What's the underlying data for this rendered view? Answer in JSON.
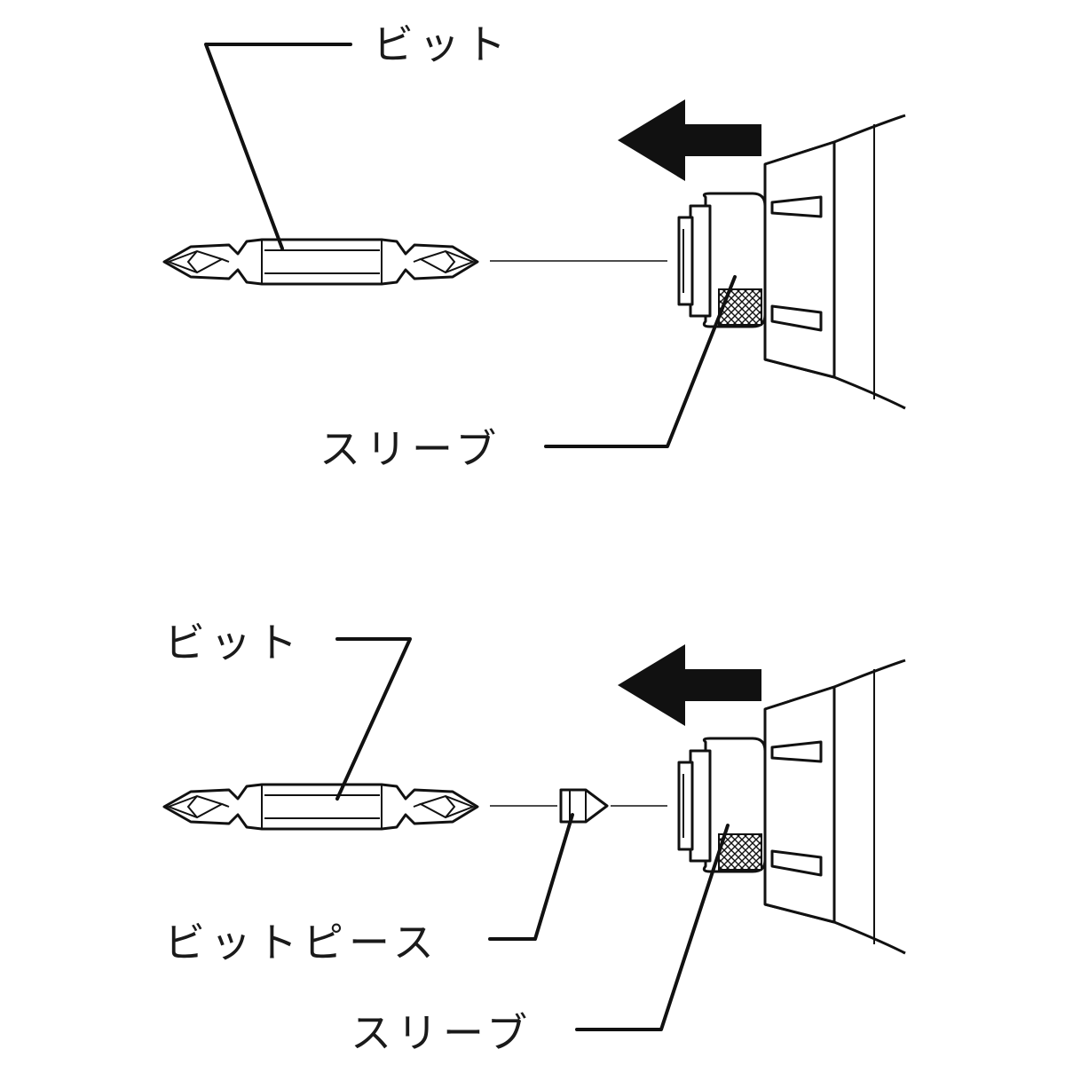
{
  "top": {
    "bit_label": "ビット",
    "sleeve_label": "スリーブ"
  },
  "bottom": {
    "bit_label": "ビット",
    "bit_piece_label": "ビットピース",
    "sleeve_label": "スリーブ"
  },
  "colors": {
    "line": "#111111",
    "background": "#ffffff"
  }
}
